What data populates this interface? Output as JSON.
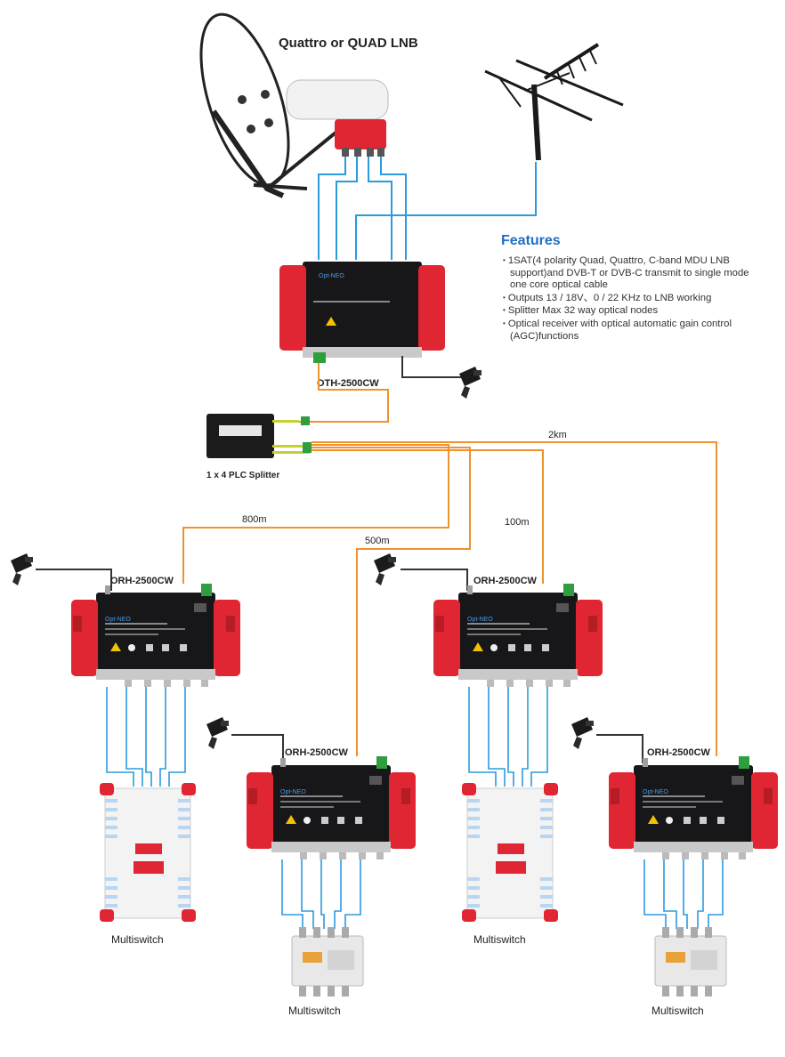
{
  "lnb_label": "Quattro or QUAD LNB",
  "transmitter_label": "OTH-2500CW",
  "splitter_label": "1 x 4 PLC Splitter",
  "receiver_label": "ORH-2500CW",
  "multiswitch_label": "Multiswitch",
  "brand_text": "Opt-NEO",
  "distances": {
    "d2km": "2km",
    "d800m": "800m",
    "d500m": "500m",
    "d100m": "100m"
  },
  "features": {
    "title": "Features",
    "items": [
      "1SAT(4 polarity Quad, Quattro, C-band MDU LNB support)and DVB-T or DVB-C transmit to single mode one core optical cable",
      "Outputs 13 / 18V、0 / 22 KHz to LNB working",
      "Splitter Max 32 way optical nodes",
      "Optical receiver with optical automatic gain control (AGC)functions"
    ]
  },
  "colors": {
    "coax": "#2b9be0",
    "fiber": "#f0922e",
    "device_red": "#e02632",
    "device_body": "#17171a",
    "accent_blue": "#1f6fc1"
  }
}
